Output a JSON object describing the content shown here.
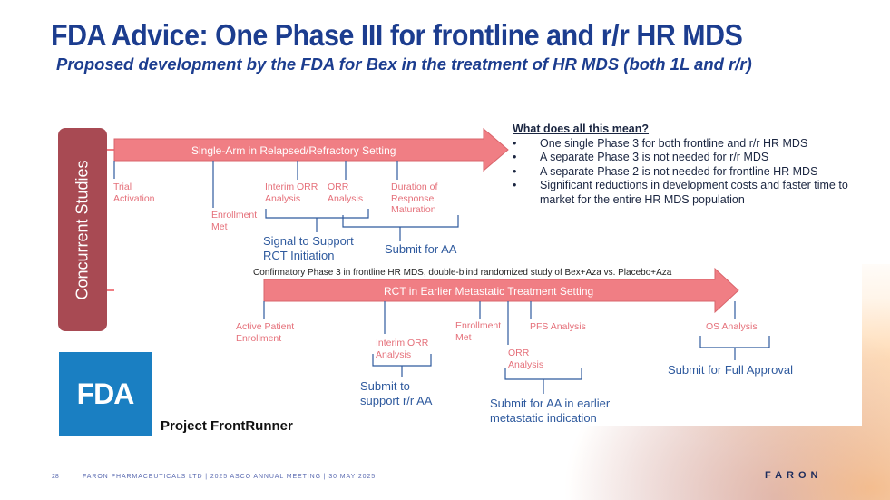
{
  "slide": {
    "title": "FDA Advice: One Phase III for frontline and r/r HR MDS",
    "subtitle": "Proposed development by the FDA for Bex in the treatment of HR MDS (both 1L and r/r)"
  },
  "side_label": "Concurrent Studies",
  "top_track": {
    "arrow_label": "Single-Arm in Relapsed/Refractory Setting",
    "milestones": {
      "trial_activation": "Trial\nActivation",
      "enrollment_met": "Enrollment\nMet",
      "interim_orr": "Interim ORR\nAnalysis",
      "orr": "ORR\nAnalysis",
      "duration": "Duration of\nResponse\nMaturation"
    },
    "outcomes": {
      "signal": "Signal to Support\nRCT Initiation",
      "submit_aa": "Submit for AA"
    }
  },
  "confirmatory_text": "Confirmatory Phase 3 in frontline HR MDS, double-blind randomized study of Bex+Aza vs. Placebo+Aza",
  "bottom_track": {
    "arrow_label": "RCT in Earlier Metastatic Treatment Setting",
    "milestones": {
      "active_enrollment": "Active Patient\nEnrollment",
      "interim_orr": "Interim ORR\nAnalysis",
      "enrollment_met": "Enrollment\nMet",
      "orr": "ORR\nAnalysis",
      "pfs": "PFS Analysis",
      "os": "OS Analysis"
    },
    "outcomes": {
      "submit_rr": "Submit to\nsupport r/r AA",
      "submit_earlier": "Submit for AA in earlier\nmetastatic indication",
      "submit_full": "Submit for Full Approval"
    }
  },
  "info_box": {
    "title": "What does all this mean?",
    "bullet": "•",
    "items": [
      "One single Phase 3 for both frontline and r/r HR MDS",
      "A separate Phase 3 is not needed for r/r MDS",
      "A separate Phase 2 is not needed for frontline HR MDS",
      "Significant reductions in development costs and faster time to market for the entire HR MDS population"
    ]
  },
  "fda_logo_text": "FDA",
  "project_label": "Project FrontRunner",
  "footer": {
    "page_number": "28",
    "text": "FARON PHARMACEUTICALS LTD | 2025 ASCO ANNUAL MEETING | 30 MAY 2025",
    "logo": "FARON"
  },
  "colors": {
    "title_blue": "#1c3d8f",
    "arrow_fill": "#f07e84",
    "milestone_text": "#e5707a",
    "outcome_blue": "#2f5a9e",
    "side_label_bg": "#a84a53",
    "fda_blue": "#1a7fc2"
  }
}
